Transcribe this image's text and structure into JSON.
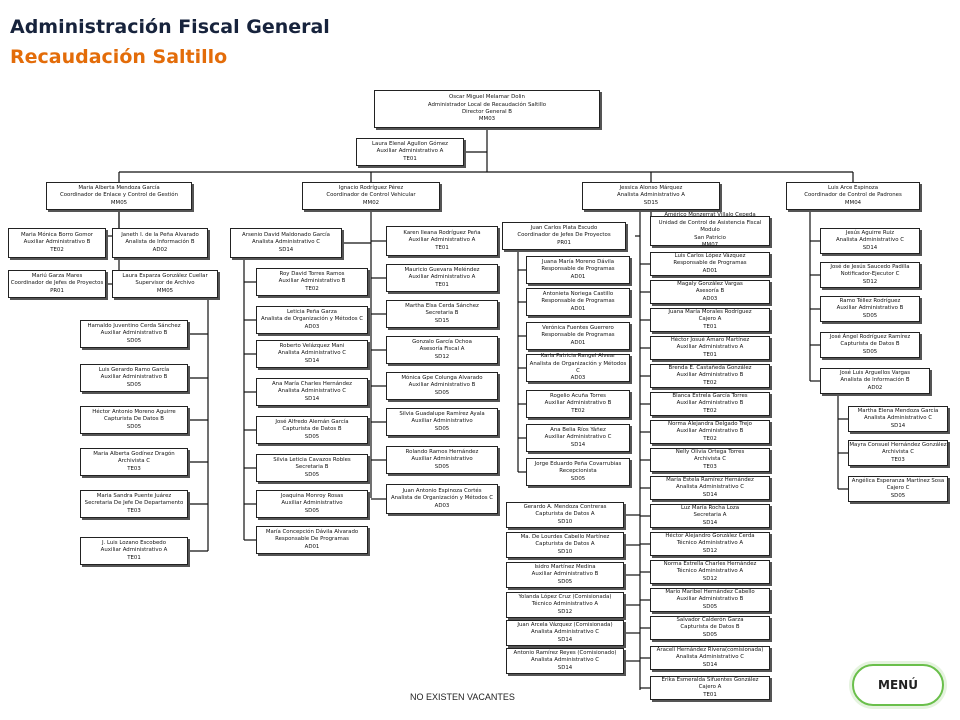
{
  "header": {
    "title": "Administración Fiscal General",
    "subtitle": "Recaudación Saltillo"
  },
  "footnote": "NO EXISTEN VACANTES",
  "menu_label": "MENÚ",
  "colors": {
    "title": "#17233c",
    "subtitle": "#e36c09",
    "menu_border": "#6abf4b"
  },
  "positions": [
    {
      "id": "root",
      "text": "Oscar Miguel Melamar Dolin\nAdministrador Local de Recaudación Saltillo\nDirector General B\nMM03"
    },
    {
      "id": "asst",
      "text": "Laura Elenal Agullon Gómez\nAuxiliar Administrativo A\nTE01"
    },
    {
      "id": "h1",
      "text": "Maria Alberta Mendoza García\nCoordinador de Enlace y Control de Gestión\nMM05"
    },
    {
      "id": "h2",
      "text": "Ignacio Rodríguez Pérez\nCoordinador de Control Vehicular\nMM02"
    },
    {
      "id": "h3",
      "text": "Jessica Alonso Márquez\nAnalista Administrativo A\nSD15"
    },
    {
      "id": "h4",
      "text": "Luis Arce Espinoza\nCoordinador de Control de Padrones\nMM04"
    },
    {
      "id": "c1a",
      "text": "Maria Mónica Borro Gomor\nAuxiliar Administrativo B\nTE02"
    },
    {
      "id": "c1b",
      "text": "Janeth I. de la Peña Alvarado\nAnalista de Información B\nAD02"
    },
    {
      "id": "c1c",
      "text": "Mariú Garza Mares\nCoordinador de Jefes de Proyectos\nPR01"
    },
    {
      "id": "c1d",
      "text": "Laura Esparza González Cuellar\nSupervisor de Archivo\nMM05"
    },
    {
      "id": "c1e",
      "text": "Hamaldo Juventino Cerda Sánchez\nAuxiliar Administrativo B\nSD05"
    },
    {
      "id": "c1f",
      "text": "Luis Gerardo Ramo García\nAuxiliar Administrativo B\nSD05"
    },
    {
      "id": "c1g",
      "text": "Héctor Antonio Moreno Aguirre\nCapturista De Datos B\nSD05"
    },
    {
      "id": "c1h",
      "text": "Maria Alberta Godínez Dragón\nArchivista C\nTE03"
    },
    {
      "id": "c1i",
      "text": "Maria Sandra Puente Juárez\nSecretaria De Jefe De Departamento\nTE03"
    },
    {
      "id": "c1j",
      "text": "J. Luis Lozano Escobedo\nAuxiliar Administrativo A\nTE01"
    },
    {
      "id": "c2a",
      "text": "Arsenio David Maldonado García\nAnalista Administrativo C\nSD14"
    },
    {
      "id": "c2b",
      "text": "Roy David Torres Ramos\nAuxiliar Administrativo B\nTE02"
    },
    {
      "id": "c2c",
      "text": "Leticia Peña Garza\nAnalista de Organización y Métodos C\nAD03"
    },
    {
      "id": "c2d",
      "text": "Roberto Velázquez Mani\nAnalista Administrativo C\nSD14"
    },
    {
      "id": "c2e",
      "text": "Ana María Charles Hernández\nAnalista Administrativo C\nSD14"
    },
    {
      "id": "c2f",
      "text": "José Alfredo Alemán García\nCapturista de Datos B\nSD05"
    },
    {
      "id": "c2g",
      "text": "Silvia Leticia Cavazos Robles\nSecretaria B\nSD05"
    },
    {
      "id": "c2h",
      "text": "Joaquina Monroy Rosas\nAuxiliar Administrativo\nSD05"
    },
    {
      "id": "c2i",
      "text": "María Concepción Dávila Alvarado\nResponsable De Programas\nAD01"
    },
    {
      "id": "c2j",
      "text": "Karen Ileana Rodríguez Peña\nAuxiliar Administrativo A\nTE01"
    },
    {
      "id": "c2k",
      "text": "Mauricio Guevara Meléndez\nAuxiliar Administrativo A\nTE01"
    },
    {
      "id": "c2l",
      "text": "Martha Elsa Cerda Sánchez\nSecretaria B\nSD15"
    },
    {
      "id": "c2m",
      "text": "Gonzalo García Ochoa\nAsesoría Fiscal A\nSD12"
    },
    {
      "id": "c2n",
      "text": "Mónica Gpe Colunga Alvarado\nAuxiliar Administrativo B\nSD05"
    },
    {
      "id": "c2o",
      "text": "Silvia Guadalupe Ramírez Ayala\nAuxiliar Administrativo\nSD05"
    },
    {
      "id": "c2p",
      "text": "Rolando Ramos Hernández\nAuxiliar Administrativo\nSD05"
    },
    {
      "id": "c2q",
      "text": "Juan Antonio Espinoza Cortés\nAnalista de Organización y Métodos C\nAD03"
    },
    {
      "id": "c3a",
      "text": "Juan Carlos Plata Escudo\nCoordinador de Jefes De Proyectos\nPR01"
    },
    {
      "id": "c3b",
      "text": "Juana María Moreno Dávila\nResponsable de Programas\nAD01"
    },
    {
      "id": "c3c",
      "text": "Antonieta Noriega Castillo\nResponsable de Programas\nAD01"
    },
    {
      "id": "c3d",
      "text": "Verónica Fuentes Guerrero\nResponsable de Programas\nAD01"
    },
    {
      "id": "c3e",
      "text": "Karla Patricia Rangel Alvear\nAnalista de Organización y Métodos C\nAD03"
    },
    {
      "id": "c3f",
      "text": "Rogelio Acuña Torres\nAuxiliar Administrativo B\nTE02"
    },
    {
      "id": "c3g",
      "text": "Ana Belia Ríos Yáñez\nAuxiliar Administrativo C\nSD14"
    },
    {
      "id": "c3h",
      "text": "Jorge Eduardo Peña Covarrubias\nRecepcionista\nSD05"
    },
    {
      "id": "c3i",
      "text": "Gerardo A. Mendoza Contreras\nCapturista de Datos A\nSD10"
    },
    {
      "id": "c3j",
      "text": "Ma. De Lourdes Cabello Martínez\nCapturista de Datos A\nSD10"
    },
    {
      "id": "c3k",
      "text": "Isidro Martínez Medina\nAuxiliar Administrativo B\nSD05"
    },
    {
      "id": "c3l",
      "text": "Yolanda López Cruz (Comisionada)\nTécnico Administrativo A\nSD12"
    },
    {
      "id": "c3m",
      "text": "Juan Arcela Vázquez (Comisionada)\nAnalista Administrativo C\nSD14"
    },
    {
      "id": "c3n",
      "text": "Antonio Ramírez Reyes (Comisionado)\nAnalista Administrativo C\nSD14"
    },
    {
      "id": "c3o",
      "text": "Américo Monzerrat Villalo Cepeda\nUnidad de Control de Asistencia Fiscal Modulo\nSan Patricio\nMM07"
    },
    {
      "id": "c3p",
      "text": "Luis Carlos López Vázquez\nResponsable de Programas\nAD01"
    },
    {
      "id": "c3q",
      "text": "Magaly González Vargas\nAsesoría B\nAD03"
    },
    {
      "id": "c3r",
      "text": "Juana María Morales Rodríguez\nCajero A\nTE01"
    },
    {
      "id": "c3s",
      "text": "Héctor Josué Amaro Martínez\nAuxiliar Administrativo A\nTE01"
    },
    {
      "id": "c3t",
      "text": "Brenda E. Castañeda González\nAuxiliar Administrativo B\nTE02"
    },
    {
      "id": "c3u",
      "text": "Blanca Estrela García Torres\nAuxiliar Administrativo B\nTE02"
    },
    {
      "id": "c3v",
      "text": "Norma Alejandra Delgado Trejo\nAuxiliar Administrativo B\nTE02"
    },
    {
      "id": "c3w",
      "text": "Nelly Olivia Ortega Torres\nArchivista C\nTE03"
    },
    {
      "id": "c3x",
      "text": "María Estela Ramírez Hernández\nAnalista Administrativo C\nSD14"
    },
    {
      "id": "c3y",
      "text": "Luz María Rocha Loza\nSecretaria A\nSD14"
    },
    {
      "id": "c3z",
      "text": "Héctor Alejandro González Cerda\nTécnico Administrativo A\nSD12"
    },
    {
      "id": "c3aa",
      "text": "Norma Estrella Charles Hernández\nTécnico Administrativo A\nSD12"
    },
    {
      "id": "c3ab",
      "text": "Mario Maribel Hernández Cabello\nAuxiliar Administrativo B\nSD05"
    },
    {
      "id": "c3ac",
      "text": "Salvador Calderón Garza\nCapturista de Datos B\nSD05"
    },
    {
      "id": "c3ad",
      "text": "Araceli Hernández Rivera(comisionada)\nAnalista Administrativo C\nSD14"
    },
    {
      "id": "c3ae",
      "text": "Erika Esmeralda Sifuentes González\nCajero A\nTE01"
    },
    {
      "id": "c4a",
      "text": "Jesús Aguirre Ruiz\nAnalista Administrativo C\nSD14"
    },
    {
      "id": "c4b",
      "text": "José de Jesús Saucedo Padilla\nNotificador-Ejecutor C\nSD12"
    },
    {
      "id": "c4c",
      "text": "Ramo Téllez Rodríguez\nAuxiliar Administrativo B\nSD05"
    },
    {
      "id": "c4d",
      "text": "José Ángel Rodríguez Ramírez\nCapturista de Datos B\nSD05"
    },
    {
      "id": "c4e",
      "text": "José Luis Arguellos Vargas\nAnalista de Información B\nAD02"
    },
    {
      "id": "c4f",
      "text": "Martha Elena Mendoza García\nAnalista Administrativo C\nSD14"
    },
    {
      "id": "c4g",
      "text": "Mayra Consuel Hernández González\nArchivista C\nTE03"
    },
    {
      "id": "c4h",
      "text": "Angélica Esperanza Martínez Sosa\nCajero C\nSD05"
    }
  ]
}
